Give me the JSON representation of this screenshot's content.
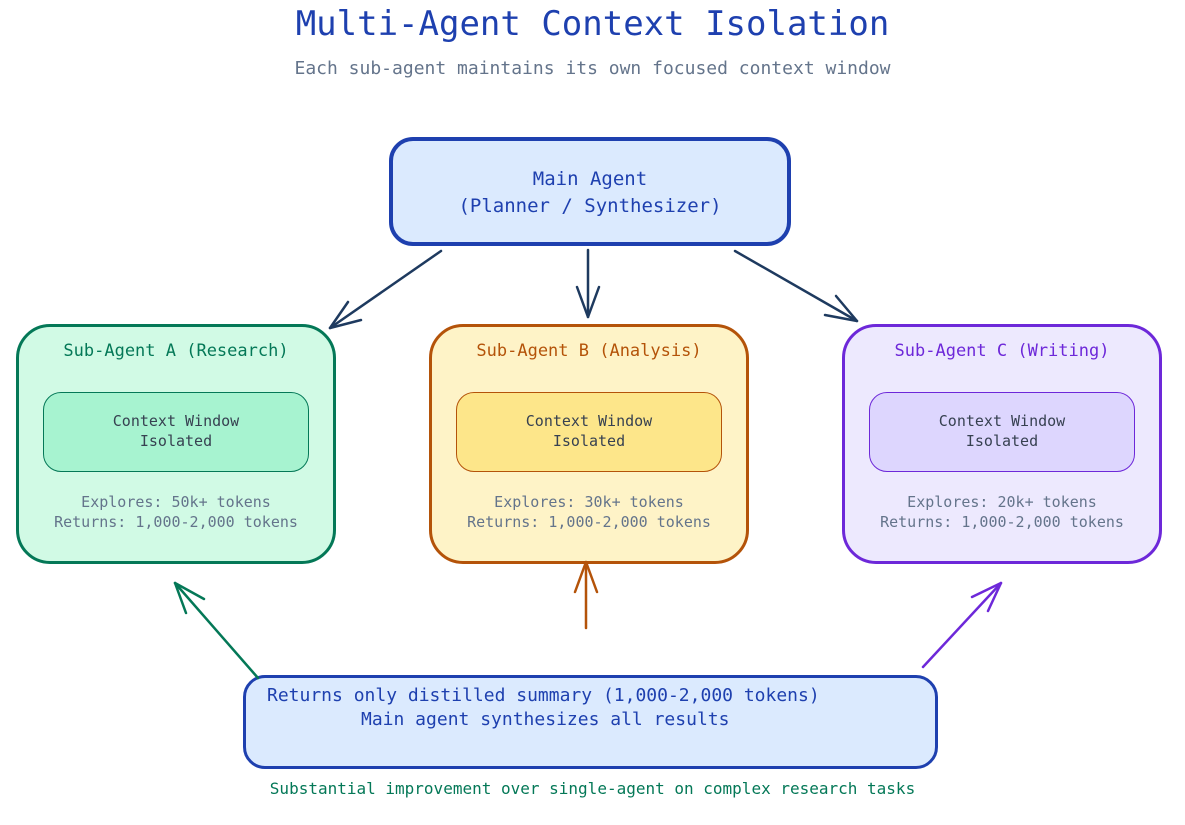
{
  "title": "Multi-Agent Context Isolation",
  "subtitle": "Each sub-agent maintains its own focused context window",
  "main_agent": {
    "line1": "Main Agent",
    "line2": "(Planner / Synthesizer)"
  },
  "sub_agents": [
    {
      "name": "Sub-Agent A (Research)",
      "context_line1": "Context Window",
      "context_line2": "Isolated",
      "explores": "Explores: 50k+ tokens",
      "returns": "Returns: 1,000-2,000 tokens",
      "color": "#047857"
    },
    {
      "name": "Sub-Agent B (Analysis)",
      "context_line1": "Context Window",
      "context_line2": "Isolated",
      "explores": "Explores: 30k+ tokens",
      "returns": "Returns: 1,000-2,000 tokens",
      "color": "#b45309"
    },
    {
      "name": "Sub-Agent C (Writing)",
      "context_line1": "Context Window",
      "context_line2": "Isolated",
      "explores": "Explores: 20k+ tokens",
      "returns": "Returns: 1,000-2,000 tokens",
      "color": "#6d28d9"
    }
  ],
  "summary": {
    "line1": "Returns only distilled summary (1,000-2,000 tokens)",
    "line2": "Main agent synthesizes all results"
  },
  "footer": "Substantial improvement over single-agent on complex research tasks",
  "colors": {
    "main": "#1e40af",
    "dispatch_arrow": "#1e3a5f",
    "agent_a": "#047857",
    "agent_b": "#b45309",
    "agent_c": "#6d28d9"
  }
}
